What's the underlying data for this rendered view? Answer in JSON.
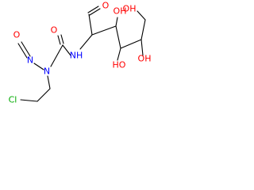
{
  "colors": {
    "bond": "#000000",
    "oxygen": "#ff0000",
    "nitrogen": "#0000ff",
    "chlorine": "#00aa00"
  },
  "atoms": {
    "o_aldehyde": "O",
    "o_oh3": "OH",
    "o_oh6": "OH",
    "o_carbonyl": "O",
    "o_nitroso": "O",
    "n_nitroso": "N",
    "n_urea": "N",
    "n_amide": "NH",
    "o_oh4": "HO",
    "o_oh5": "OH",
    "cl": "Cl"
  }
}
